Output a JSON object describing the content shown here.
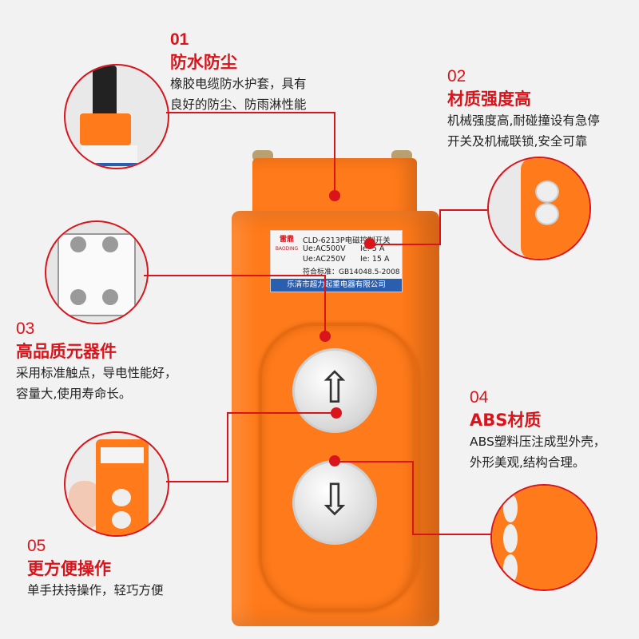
{
  "features": [
    {
      "number": "01",
      "title": "防水防尘",
      "desc": [
        "橡胶电缆防水护套，具有",
        "良好的防尘、防雨淋性能"
      ]
    },
    {
      "number": "02",
      "title": "材质强度高",
      "desc": [
        "机械强度高,耐碰撞设有急停",
        "开关及机械联锁,安全可靠"
      ]
    },
    {
      "number": "03",
      "title": "高品质元器件",
      "desc": [
        "采用标准触点，导电性能好，",
        "容量大,使用寿命长。"
      ]
    },
    {
      "number": "04",
      "title": "ABS材质",
      "desc": [
        "ABS塑料压注成型外壳，",
        "外形美观,结构合理。"
      ]
    },
    {
      "number": "05",
      "title": "更方便操作",
      "desc": [
        "单手扶持操作，轻巧方便"
      ]
    }
  ],
  "product_label": {
    "brand": "雷鼎",
    "brand_en": "BAODING",
    "model": "CLD-6213P电磁控制开关",
    "spec_line1_left": "Ue:AC500V",
    "spec_line1_right": "Ie: 5 A",
    "spec_line2_left": "Ue:AC250V",
    "spec_line2_right": "Ie: 15 A",
    "standard": "符合标准：GB14048.5-2008",
    "manufacturer": "乐清市超力起重电器有限公司"
  },
  "buttons": {
    "up": "⇧",
    "down": "⇩"
  },
  "colors": {
    "accent": "#d9141b",
    "housing": "#ff7a1a",
    "label_blue": "#2a5fb0"
  }
}
